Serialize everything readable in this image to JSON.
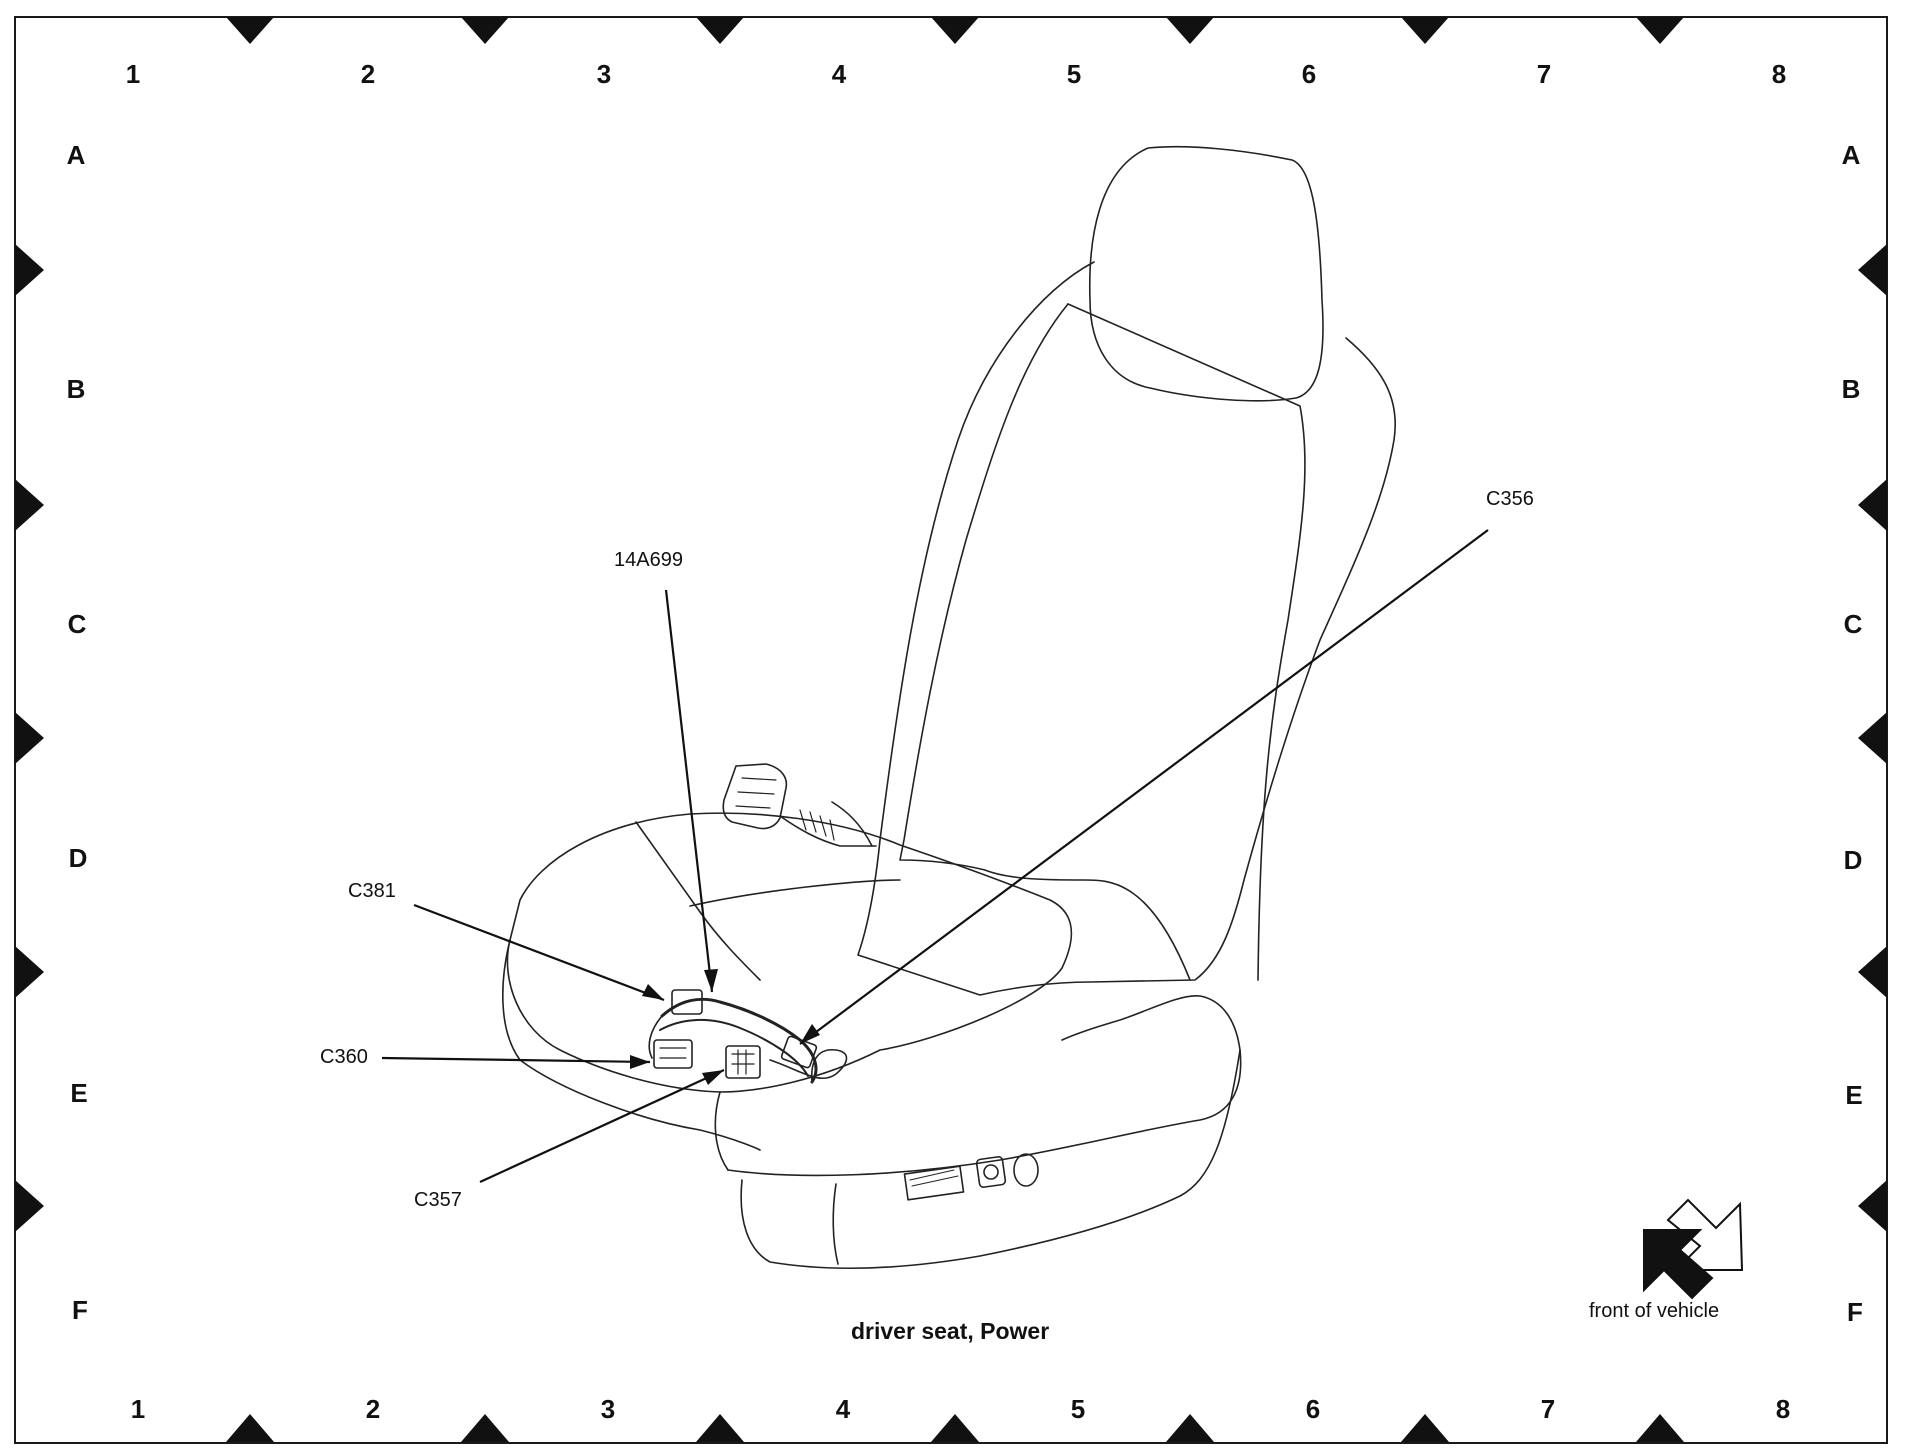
{
  "grid": {
    "columns": [
      "1",
      "2",
      "3",
      "4",
      "5",
      "6",
      "7",
      "8"
    ],
    "rows": [
      "A",
      "B",
      "C",
      "D",
      "E",
      "F"
    ]
  },
  "callouts": {
    "harness": "14A699",
    "c356": "C356",
    "c381": "C381",
    "c360": "C360",
    "c357": "C357"
  },
  "caption": "driver seat, Power",
  "front_note": "front of vehicle",
  "colors": {
    "ink": "#111111",
    "frame": "#1a1a1a",
    "paper": "#ffffff"
  }
}
